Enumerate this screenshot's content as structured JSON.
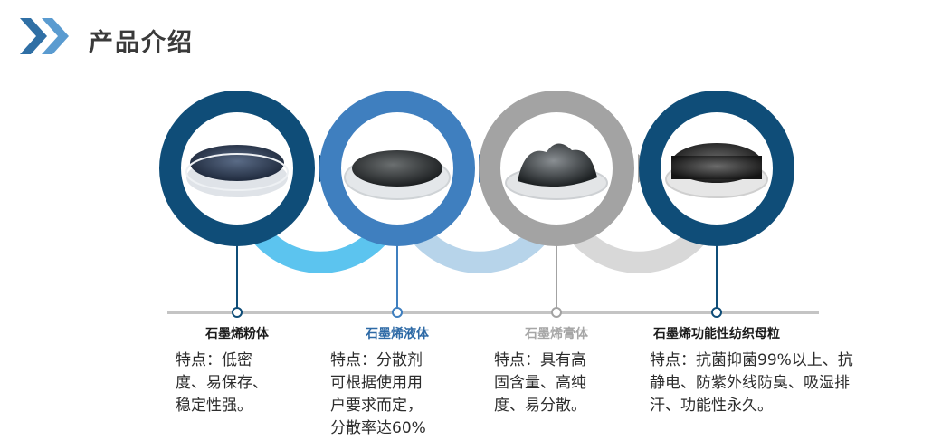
{
  "page": {
    "title": "产品介绍",
    "colors": {
      "dark_navy": "#0f4d78",
      "mid_blue": "#3f7fbf",
      "light_blue": "#5cc4ef",
      "pale_blue": "#b7d4ea",
      "gray": "#a3a3a3",
      "light_gray": "#d8d8d8",
      "timeline": "#c4c4c4"
    }
  },
  "products": [
    {
      "name": "石墨烯粉体",
      "name_color": "#1b1b1b",
      "desc": [
        "特点：低密",
        "度、易保存、",
        "稳定性强。"
      ]
    },
    {
      "name": "石墨烯液体",
      "name_color": "#2e6aa6",
      "desc": [
        "特点：分散剂",
        "可根据使用用",
        "户要求而定，",
        "分散率达60%"
      ]
    },
    {
      "name": "石墨烯膏体",
      "name_color": "#a6a6a6",
      "desc": [
        "特点：具有高",
        "固含量、高纯",
        "度、易分散。"
      ]
    },
    {
      "name": "石墨烯功能性纺织母粒",
      "name_color": "#1b1b1b",
      "desc": [
        "特点：抗菌抑菌99%以上、抗",
        "静电、防紫外线防臭、吸湿排",
        "汗、功能性永久。"
      ]
    }
  ]
}
